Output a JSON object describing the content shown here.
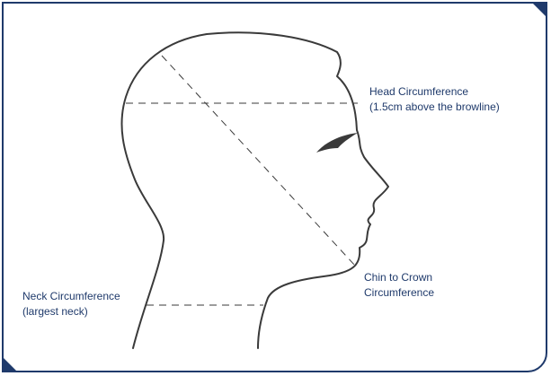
{
  "labels": {
    "head": {
      "line1": "Head Circumference",
      "line2": "(1.5cm above the browline)"
    },
    "chin": {
      "line1": "Chin to Crown",
      "line2": "Circumference"
    },
    "neck": {
      "line1": "Neck Circumference",
      "line2": "(largest neck)"
    }
  },
  "colors": {
    "frame": "#1f3a6b",
    "text": "#1f3a6b",
    "outline": "#3a3a3a"
  },
  "icons": [
    "head-profile-icon"
  ]
}
